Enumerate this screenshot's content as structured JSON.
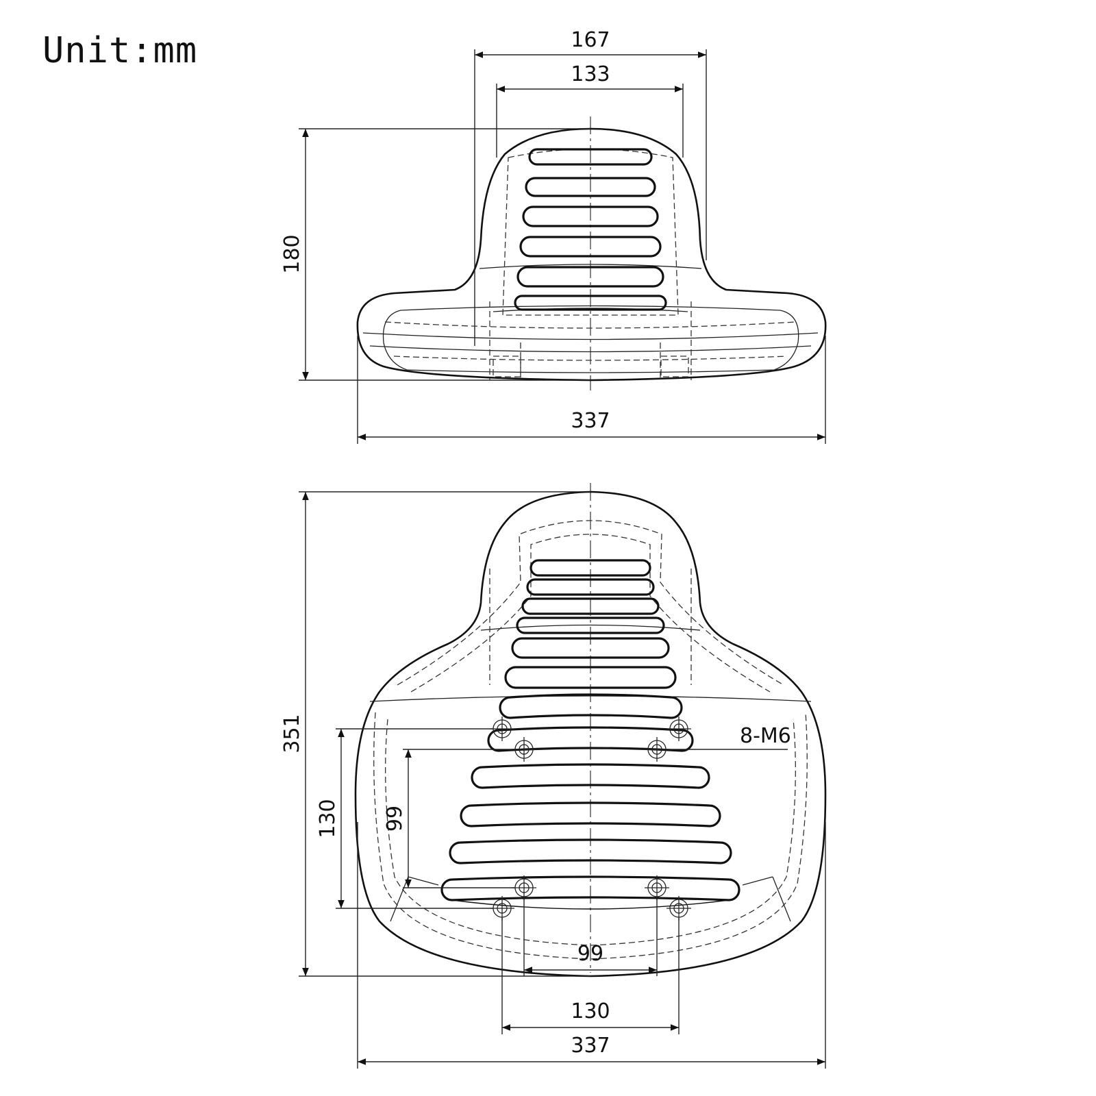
{
  "unit_label": "Unit:mm",
  "top_view": {
    "overall_width": "167",
    "inner_width": "133",
    "height": "180",
    "base_width": "337"
  },
  "front_view": {
    "height": "351",
    "hole_label": "8-M6",
    "hole_span_v_outer": "130",
    "hole_span_v_inner": "99",
    "hole_span_h_inner": "99",
    "hole_span_h_outer": "130",
    "base_width": "337"
  }
}
